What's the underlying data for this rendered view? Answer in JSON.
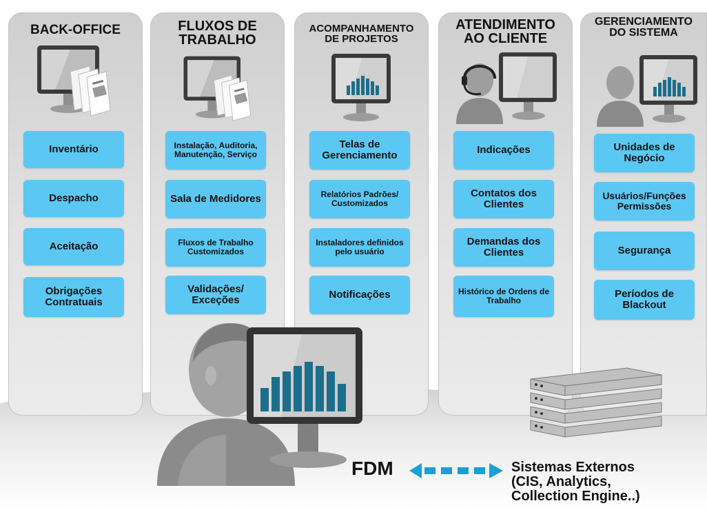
{
  "columns": [
    {
      "title_lines": [
        "BACK-OFFICE"
      ],
      "items": [
        "Inventário",
        "Despacho",
        "Aceitação",
        "Obrigações Contratuais"
      ]
    },
    {
      "title_lines": [
        "FLUXOS DE",
        "TRABALHO"
      ],
      "items": [
        "Instalação, Auditoria, Manutenção, Serviço",
        "Sala de Medidores",
        "Fluxos de Trabalho Customizados",
        "Validações/ Exceções"
      ]
    },
    {
      "title_lines": [
        "ACOMPANHAMENTO",
        "DE PROJETOS"
      ],
      "items": [
        "Telas de Gerenciamento",
        "Relatórios Padrões/ Customizados",
        "Instaladores definidos pelo usuário",
        "Notificações"
      ]
    },
    {
      "title_lines": [
        "ATENDIMENTO",
        "AO CLIENTE"
      ],
      "items": [
        "Indicações",
        "Contatos dos Clientes",
        "Demandas dos Clientes",
        "Histórico de Ordens de Trabalho"
      ]
    },
    {
      "title_lines": [
        "GERENCIAMENTO",
        "DO SISTEMA"
      ],
      "items": [
        "Unidades de Negócio",
        "Usuários/Funções Permissões",
        "Segurança",
        "Períodos de Blackout"
      ]
    }
  ],
  "bottom": {
    "fdm_label": "FDM",
    "external_label": "Sistemas Externos\n(CIS, Analytics,\nCollection Engine..)"
  },
  "colors": {
    "box": "#5bc8f3",
    "chart_bar": "#1b6e8c",
    "arrow": "#1a9fd6"
  }
}
